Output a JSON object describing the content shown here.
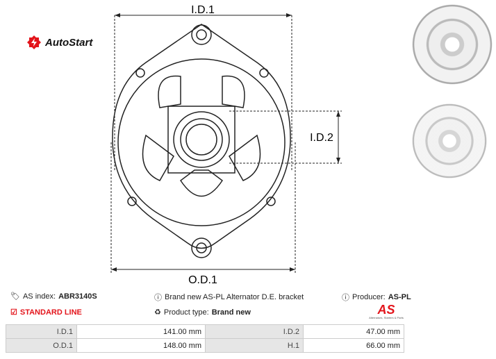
{
  "brand": {
    "name": "AutoStart",
    "color": "#e3141b"
  },
  "drawing": {
    "labels": {
      "id1": "I.D.1",
      "id2": "I.D.2",
      "od1": "O.D.1"
    }
  },
  "info": {
    "as_index_label": "AS index:",
    "as_index_value": "ABR3140S",
    "description": "Brand new AS-PL Alternator D.E. bracket",
    "producer_label": "Producer:",
    "producer_value": "AS-PL",
    "standard_line": "STANDARD LINE",
    "product_type_label": "Product type:",
    "product_type_value": "Brand new",
    "producer_logo": "AS",
    "producer_logo_caption": "Alternators, Starters & Parts"
  },
  "specs": [
    {
      "label1": "I.D.1",
      "value1": "141.00 mm",
      "label2": "I.D.2",
      "value2": "47.00 mm"
    },
    {
      "label1": "O.D.1",
      "value1": "148.00 mm",
      "label2": "H.1",
      "value2": "66.00 mm"
    }
  ]
}
